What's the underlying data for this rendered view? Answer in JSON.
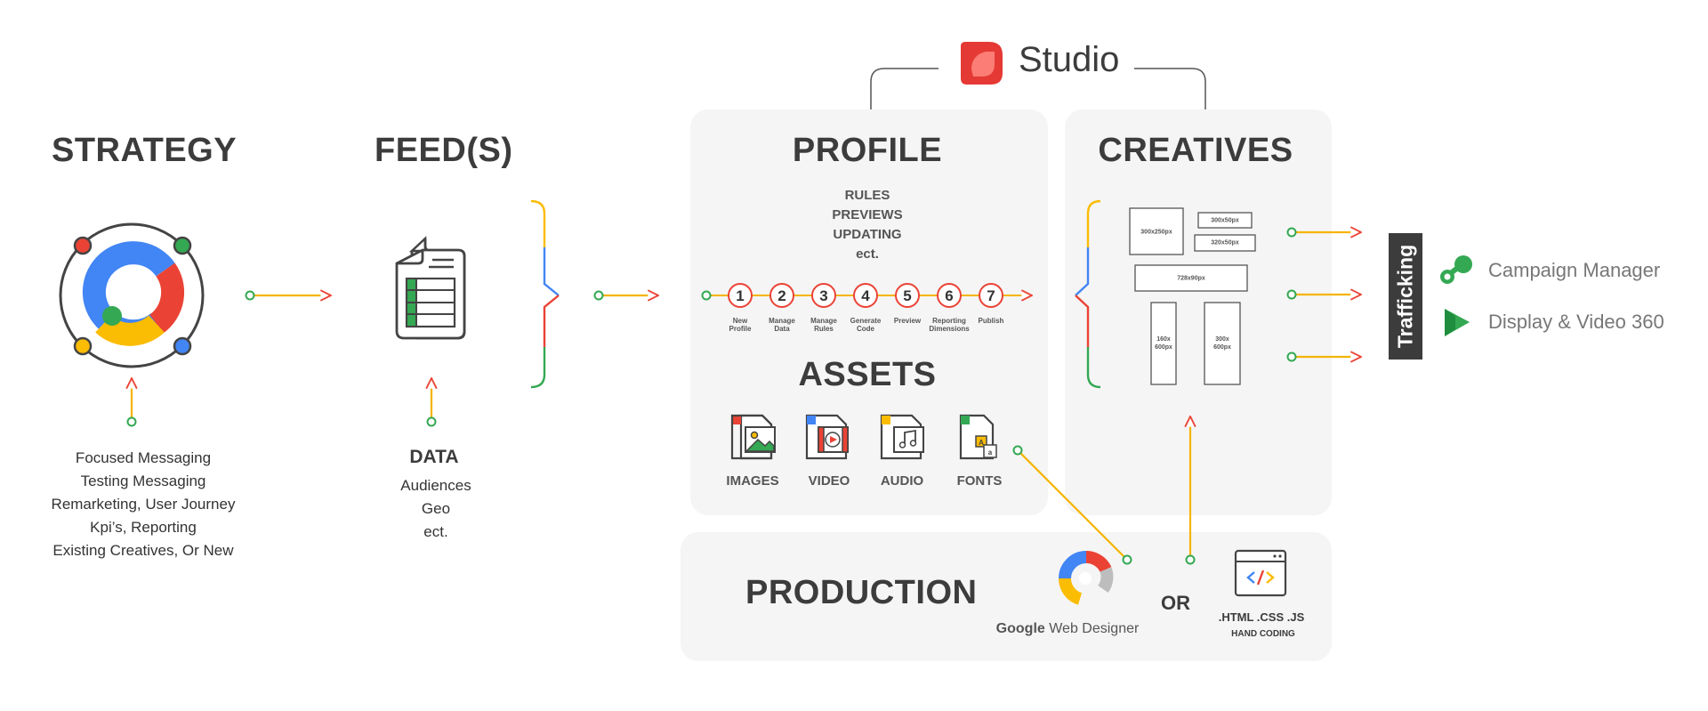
{
  "studio": {
    "title": "Studio"
  },
  "strategy": {
    "heading": "STRATEGY",
    "items": [
      "Focused Messaging",
      "Testing Messaging",
      "Remarketing, User Journey",
      "Kpi’s, Reporting",
      "Existing Creatives, Or New"
    ]
  },
  "feeds": {
    "heading": "FEED(S)",
    "data_title": "DATA",
    "data_items": [
      "Audiences",
      "Geo",
      "ect."
    ]
  },
  "profile": {
    "heading": "PROFILE",
    "items": [
      "RULES",
      "PREVIEWS",
      "UPDATING",
      "ect."
    ],
    "steps": [
      {
        "num": "1",
        "label": [
          "New",
          "Profile"
        ]
      },
      {
        "num": "2",
        "label": [
          "Manage",
          "Data"
        ]
      },
      {
        "num": "3",
        "label": [
          "Manage",
          "Rules"
        ]
      },
      {
        "num": "4",
        "label": [
          "Generate",
          "Code"
        ]
      },
      {
        "num": "5",
        "label": [
          "Preview"
        ]
      },
      {
        "num": "6",
        "label": [
          "Reporting",
          "Dimensions"
        ]
      },
      {
        "num": "7",
        "label": [
          "Publish"
        ]
      }
    ]
  },
  "assets": {
    "heading": "ASSETS",
    "items": [
      "IMAGES",
      "VIDEO",
      "AUDIO",
      "FONTS"
    ]
  },
  "creatives": {
    "heading": "CREATIVES",
    "sizes": {
      "s300x250": "300x250px",
      "s300x50": "300x50px",
      "s320x50": "320x50px",
      "s728x90": "728x90px",
      "s160x600": [
        "160x",
        "600px"
      ],
      "s300x600": [
        "300x",
        "600px"
      ]
    }
  },
  "production": {
    "heading": "PRODUCTION",
    "gwd_bold": "Google",
    "gwd_rest": "Web Designer",
    "or": "OR",
    "code_types": ".HTML .CSS .JS",
    "hand_coding": "HAND CODING"
  },
  "trafficking": {
    "label": "Trafficking",
    "products": [
      "Campaign Manager",
      "Display & Video 360"
    ]
  },
  "colors": {
    "red": "#ea4335",
    "yellow": "#fbbc04",
    "green": "#34a853",
    "blue": "#4285f4",
    "arrow_green": "#34a853",
    "arrow_yellow": "#f5b400",
    "dark": "#3c3c3c",
    "panel": "#f5f5f5"
  }
}
